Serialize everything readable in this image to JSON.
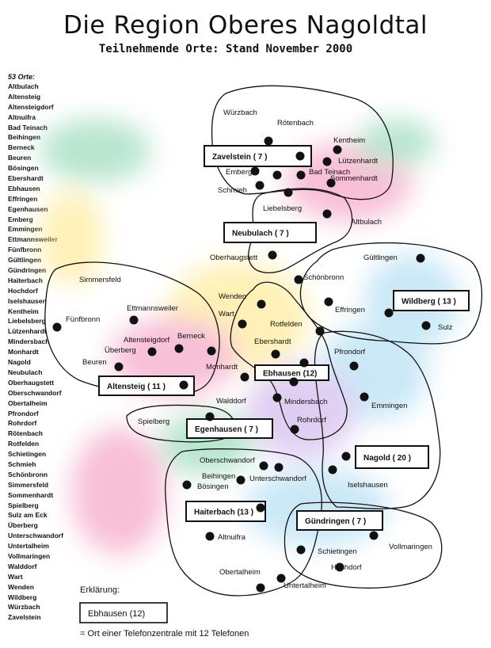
{
  "title": "Die Region Oberes Nagoldtal",
  "subtitle": "Teilnehmende Orte: Stand November 2000",
  "towns_heading": "53 Orte:",
  "towns": [
    "Altbulach",
    "Altensteig",
    "Altensteigdorf",
    "Altnuifra",
    "Bad Teinach",
    "Beihingen",
    "Berneck",
    "Beuren",
    "Bösingen",
    "Ebershardt",
    "Ebhausen",
    "Effringen",
    "Egenhausen",
    "Emberg",
    "Emmingen",
    "Ettmannsweiler",
    "Fünfbronn",
    "Gültlingen",
    "Gündringen",
    "Haiterbach",
    "Hochdorf",
    "Iselshausen",
    "Kentheim",
    "Liebelsberg",
    "Lützenhardt",
    "Mindersbach",
    "Monhardt",
    "Nagold",
    "Neubulach",
    "Oberhaugstett",
    "Oberschwandorf",
    "Obertalheim",
    "Pfrondorf",
    "Rohrdorf",
    "Rötenbach",
    "Rotfelden",
    "Schietingen",
    "Schmieh",
    "Schönbronn",
    "Simmersfeld",
    "Sommenhardt",
    "Spielberg",
    "Sulz am Eck",
    "Überberg",
    "Unterschwandorf",
    "Untertalheim",
    "Vollmaringen",
    "Walddorf",
    "Wart",
    "Wenden",
    "Wildberg",
    "Würzbach",
    "Zavelstein"
  ],
  "exchanges": [
    {
      "label": "Zavelstein ( 7 )"
    },
    {
      "label": "Neubulach ( 7 )"
    },
    {
      "label": "Wildberg ( 13 )"
    },
    {
      "label": "Altensteig ( 11 )"
    },
    {
      "label": "Ebhausen (12)"
    },
    {
      "label": "Egenhausen ( 7 )"
    },
    {
      "label": "Nagold ( 20 )"
    },
    {
      "label": "Haiterbach (13 )"
    },
    {
      "label": "Gündringen ( 7 )"
    }
  ],
  "map_labels": [
    "Würzbach",
    "Rötenbach",
    "Kentheim",
    "Lützenhardt",
    "Emberg",
    "Bad Teinach",
    "Sommenhardt",
    "Schmieh",
    "Liebelsberg",
    "Altbulach",
    "Oberhaugstett",
    "Gültlingen",
    "Schönbronn",
    "Effringen",
    "Sulz",
    "Simmersfeld",
    "Fünfbronn",
    "Ettmannsweiler",
    "Altensteigdorf",
    "Berneck",
    "Überberg",
    "Beuren",
    "Wenden",
    "Wart",
    "Rotfelden",
    "Ebershardt",
    "Monhardt",
    "Pfrondorf",
    "Mindersbach",
    "Emmingen",
    "Walddorf",
    "Rohrdorf",
    "Spielberg",
    "Oberschwandorf",
    "Beihingen",
    "Bösingen",
    "Unterschwandorf",
    "Iselshausen",
    "Altnuifra",
    "Schietingen",
    "Vollmaringen",
    "Hochdorf",
    "Obertalheim",
    "Untertalheim"
  ],
  "legend": {
    "heading": "Erklärung:",
    "sample_label": "Ebhausen (12)",
    "description": "= Ort einer Telefonzentrale mit 12 Telefonen"
  },
  "colors": {
    "dot": "#111111",
    "outline": "#111111",
    "wash": [
      "#7fd1a8",
      "#f28db8",
      "#ffe57a",
      "#9fd6f0",
      "#c7a7e8"
    ]
  }
}
